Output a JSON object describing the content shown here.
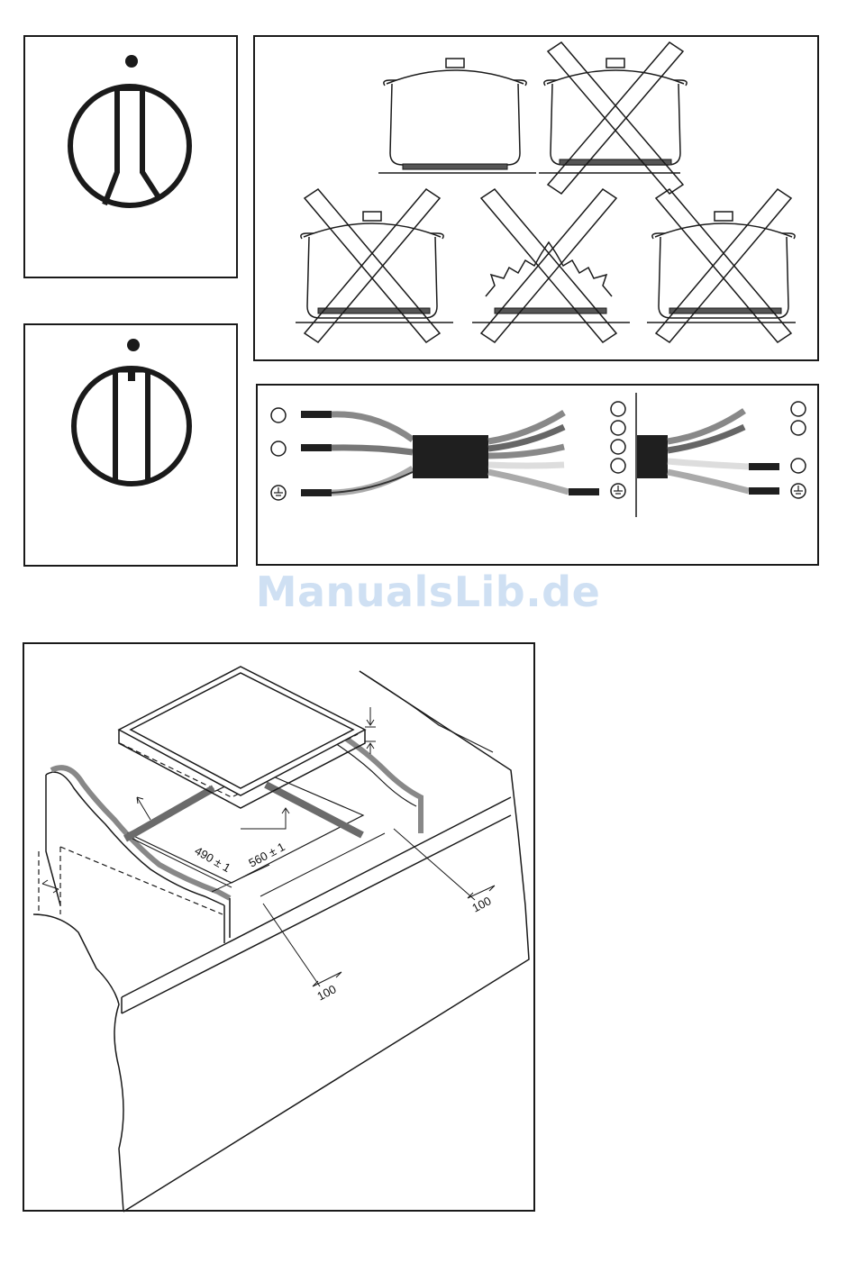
{
  "watermark": {
    "text": "ManualsLib.de"
  },
  "installation": {
    "dim_cutout_depth": "490 ± 1",
    "dim_cutout_width": "560 ± 1",
    "dim_front_clearance": "100",
    "dim_rear_clearance": "100"
  },
  "colors": {
    "line": "#1a1a1a",
    "watermark": "#cfe0f3",
    "seal": "#6b6b6b",
    "cable": "#1f1f1f"
  }
}
